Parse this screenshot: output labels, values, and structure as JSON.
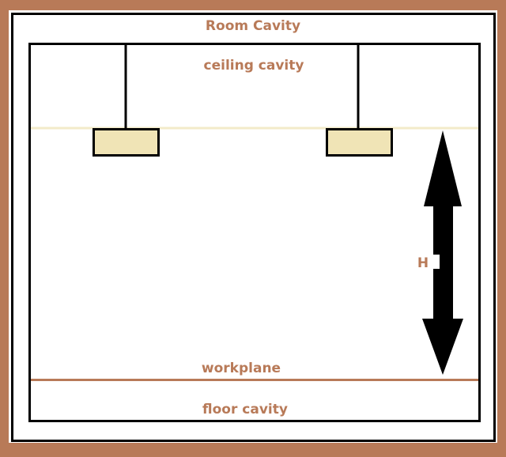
{
  "labels": {
    "room_cavity": "Room Cavity",
    "ceiling_cavity": "ceiling cavity",
    "workplane": "workplane",
    "floor_cavity": "floor cavity",
    "height": "H"
  },
  "colors": {
    "frame": "#b87a58",
    "background": "#ffffff",
    "outline": "#000000",
    "luminaire_fill": "#f0e4b6",
    "luminaire_plane": "#f3ebc9",
    "workplane_line": "#b87a58",
    "label_text": "#b87a58",
    "arrow": "#000000"
  },
  "luminaires": [
    {
      "name": "luminaire-left"
    },
    {
      "name": "luminaire-right"
    }
  ]
}
